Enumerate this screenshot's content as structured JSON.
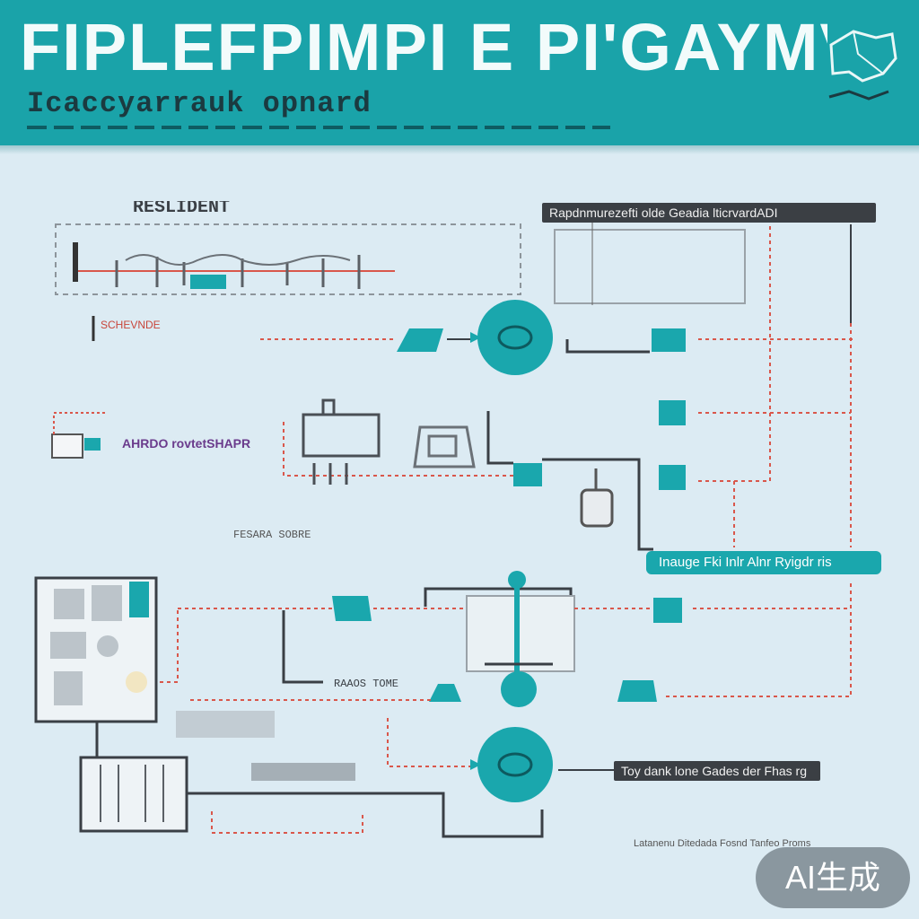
{
  "header": {
    "title": "FIPLEFPIMPI E PI'GAYMVN",
    "subtitle": "Icaccyarrauk opnard"
  },
  "labels": {
    "residence": "RESLIDENT",
    "top_right_banner": "Rapdnmurezefti olde Geadia lticrvardADI",
    "middle_right_banner": "Inauge Fki Inlr Alnr Ryigdr ris",
    "bottom_right_banner": "Toy dank lone Gades der Fhas rg",
    "scbevnd": "SCHEVNDE",
    "amado": "AHRDO rovtetSHAPR",
    "roads_caption": "RAAOS TOME",
    "fixed_note": "FESARA SOBRE",
    "bottom_caption": "Latanenu Ditedada Fosnd Tanfeo Proms"
  },
  "colors": {
    "banner": "#1aa3a9",
    "teal": "#1aa7ad",
    "dashed_red": "#d9574b",
    "line_dark": "#3a3f45",
    "background": "#dcebf3"
  },
  "watermark": {
    "text": "AI生成"
  }
}
